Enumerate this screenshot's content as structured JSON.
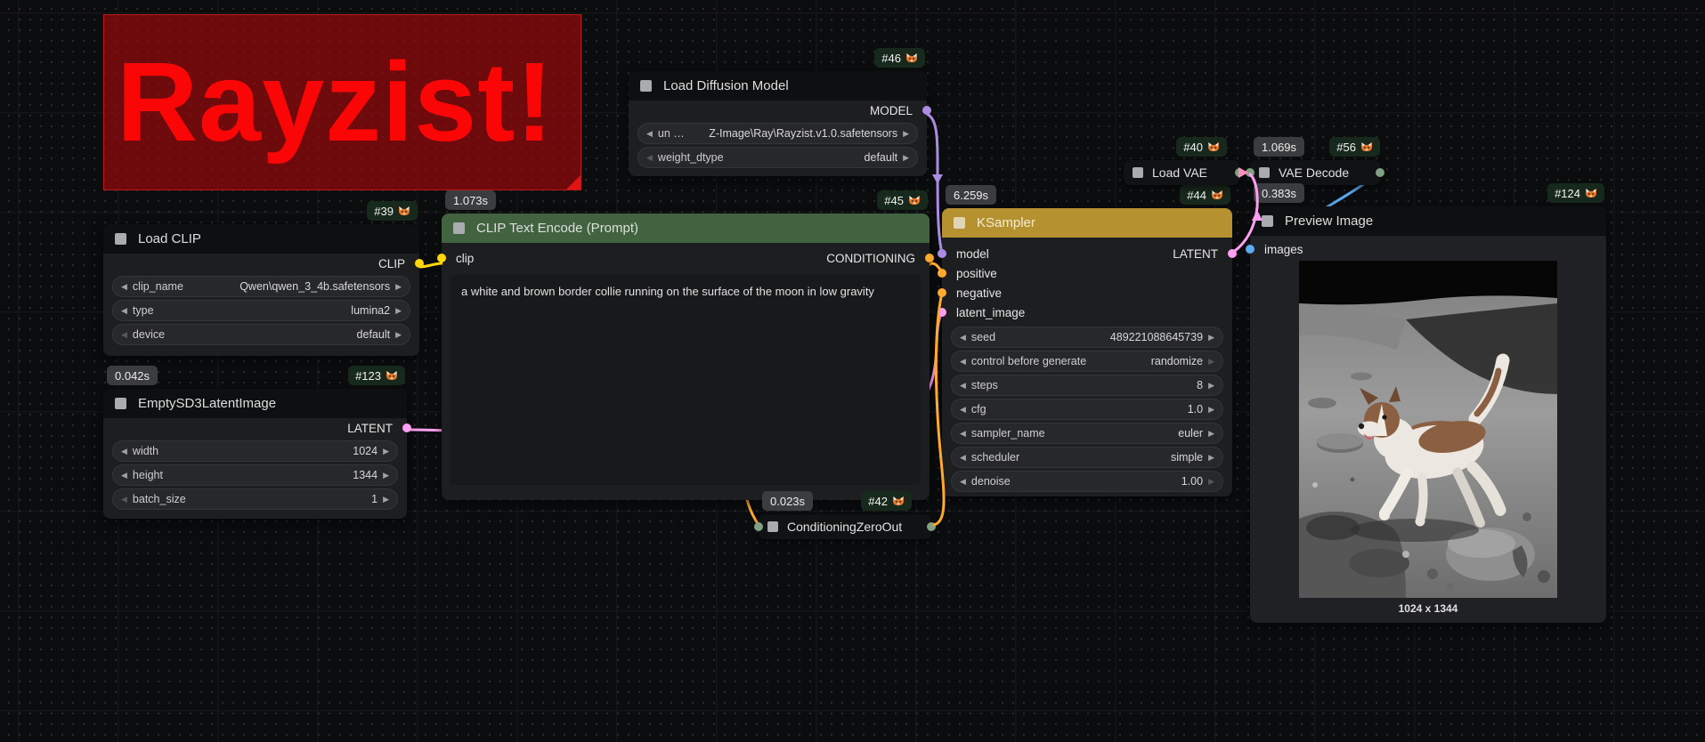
{
  "group": {
    "title": "Rayzist!"
  },
  "nodes": {
    "load_diffusion_model": {
      "badge_id": "#46",
      "title": "Load Diffusion Model",
      "output_label": "MODEL",
      "widgets": [
        {
          "label": "un …",
          "value": "Z-Image\\Ray\\Rayzist.v1.0.safetensors"
        },
        {
          "label": "weight_dtype",
          "value": "default"
        }
      ]
    },
    "load_clip": {
      "badge_id": "#39",
      "title": "Load CLIP",
      "output_label": "CLIP",
      "widgets": [
        {
          "label": "clip_name",
          "value": "Qwen\\qwen_3_4b.safetensors"
        },
        {
          "label": "type",
          "value": "lumina2"
        },
        {
          "label": "device",
          "value": "default"
        }
      ]
    },
    "empty_latent": {
      "badge_id": "#123",
      "timer": "0.042s",
      "title": "EmptySD3LatentImage",
      "output_label": "LATENT",
      "widgets": [
        {
          "label": "width",
          "value": "1024"
        },
        {
          "label": "height",
          "value": "1344"
        },
        {
          "label": "batch_size",
          "value": "1"
        }
      ]
    },
    "clip_text_encode": {
      "badge_id": "#45",
      "timer": "1.073s",
      "title": "CLIP Text Encode (Prompt)",
      "input_label": "clip",
      "output_label": "CONDITIONING",
      "prompt": "a white and brown border collie running on the surface of the moon in low gravity"
    },
    "ksampler": {
      "badge_id": "#44",
      "timer": "6.259s",
      "title": "KSampler",
      "output_label": "LATENT",
      "inputs": [
        "model",
        "positive",
        "negative",
        "latent_image"
      ],
      "widgets": [
        {
          "label": "seed",
          "value": "489221088645739"
        },
        {
          "label": "control before generate",
          "value": "randomize"
        },
        {
          "label": "steps",
          "value": "8"
        },
        {
          "label": "cfg",
          "value": "1.0"
        },
        {
          "label": "sampler_name",
          "value": "euler"
        },
        {
          "label": "scheduler",
          "value": "simple"
        },
        {
          "label": "denoise",
          "value": "1.00"
        }
      ]
    },
    "conditioning_zero_out": {
      "badge_id": "#42",
      "timer": "0.023s",
      "title": "ConditioningZeroOut"
    },
    "load_vae": {
      "badge_id": "#40",
      "title": "Load VAE"
    },
    "vae_decode": {
      "badge_id": "#56",
      "timer": "1.069s",
      "title": "VAE Decode"
    },
    "preview_image": {
      "badge_id": "#124",
      "timer": "0.383s",
      "title": "Preview Image",
      "input_label": "images",
      "image_caption": "1024 x 1344"
    }
  },
  "colors": {
    "group_red": "#ff0000",
    "ksampler_title": "#b5922f",
    "clip_encode_title": "#42633f",
    "badge_bg": "#17291c",
    "link_clip": "#ffd60a",
    "link_model": "#ab8ce4",
    "link_conditioning": "#ffa931",
    "link_latent": "#ff9ff3",
    "link_image": "#5aabf0",
    "collapsed_slot": "#81a183"
  }
}
